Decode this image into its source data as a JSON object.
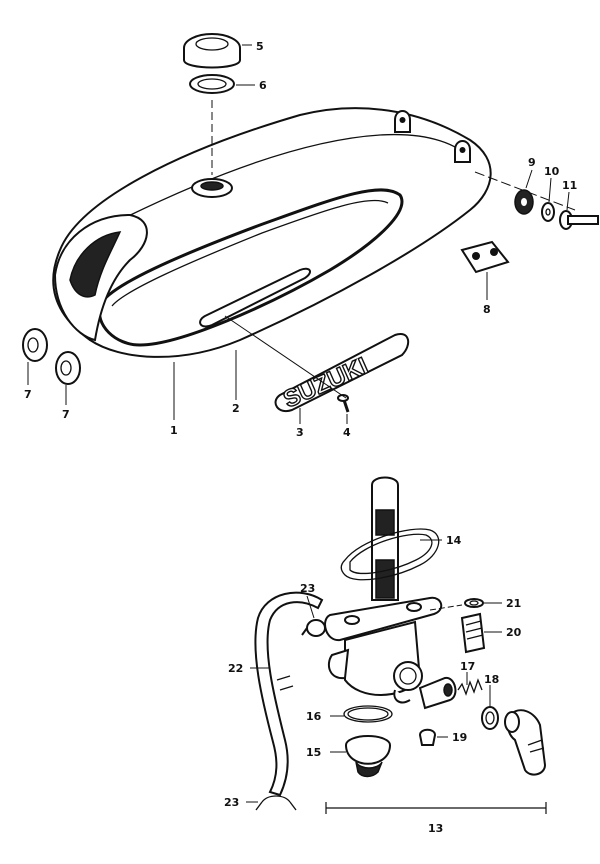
{
  "diagram": {
    "callouts": {
      "c1": "1",
      "c2": "2",
      "c3": "3",
      "c4": "4",
      "c5": "5",
      "c6": "6",
      "c7a": "7",
      "c7b": "7",
      "c8": "8",
      "c9": "9",
      "c10": "10",
      "c11": "11",
      "c13": "13",
      "c14": "14",
      "c15": "15",
      "c16": "16",
      "c17": "17",
      "c18": "18",
      "c19": "19",
      "c20": "20",
      "c21": "21",
      "c22": "22",
      "c23a": "23",
      "c23b": "23"
    },
    "emblem_text": "SUZUKI"
  }
}
